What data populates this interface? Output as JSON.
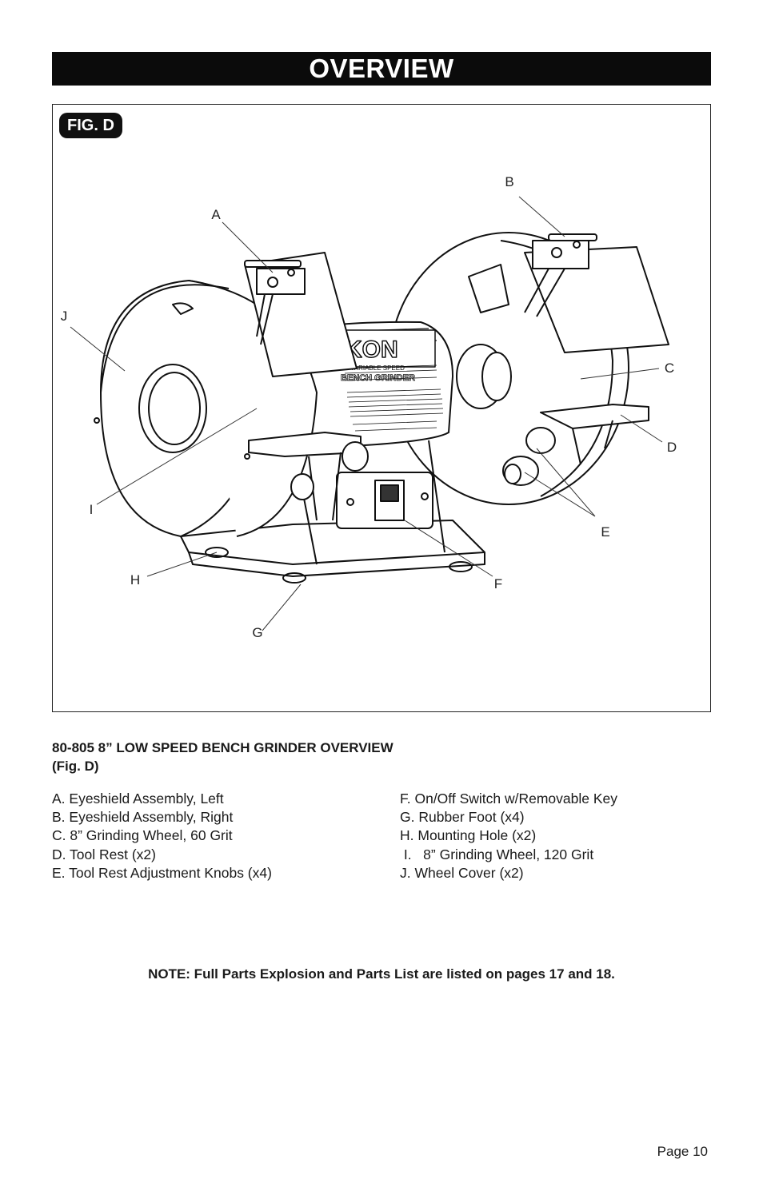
{
  "header": {
    "title": "OVERVIEW"
  },
  "figure": {
    "badge": "FIG. D",
    "callouts": [
      "A",
      "B",
      "C",
      "D",
      "E",
      "F",
      "G",
      "H",
      "I",
      "J"
    ],
    "product_brand": "RIKON",
    "product_subtitle_1": "VARIABLE SPEED",
    "product_subtitle_2": "BENCH GRINDER"
  },
  "section": {
    "heading_line1": "80-805 8” LOW SPEED BENCH GRINDER OVERVIEW",
    "heading_line2": "(Fig. D)"
  },
  "parts_left": [
    "A.  Eyeshield Assembly, Left",
    "B.  Eyeshield Assembly, Right",
    "C.  8” Grinding Wheel, 60 Grit",
    "D.  Tool Rest (x2)",
    "E.  Tool Rest Adjustment Knobs (x4)"
  ],
  "parts_right": [
    "F.   On/Off Switch w/Removable Key",
    "G.  Rubber Foot (x4)",
    "H.  Mounting Hole (x2)",
    " I.   8” Grinding Wheel, 120 Grit",
    "J.   Wheel Cover (x2)"
  ],
  "note": "NOTE: Full Parts Explosion and Parts List are listed on pages 17 and 18.",
  "footer": {
    "page": "Page 10"
  }
}
